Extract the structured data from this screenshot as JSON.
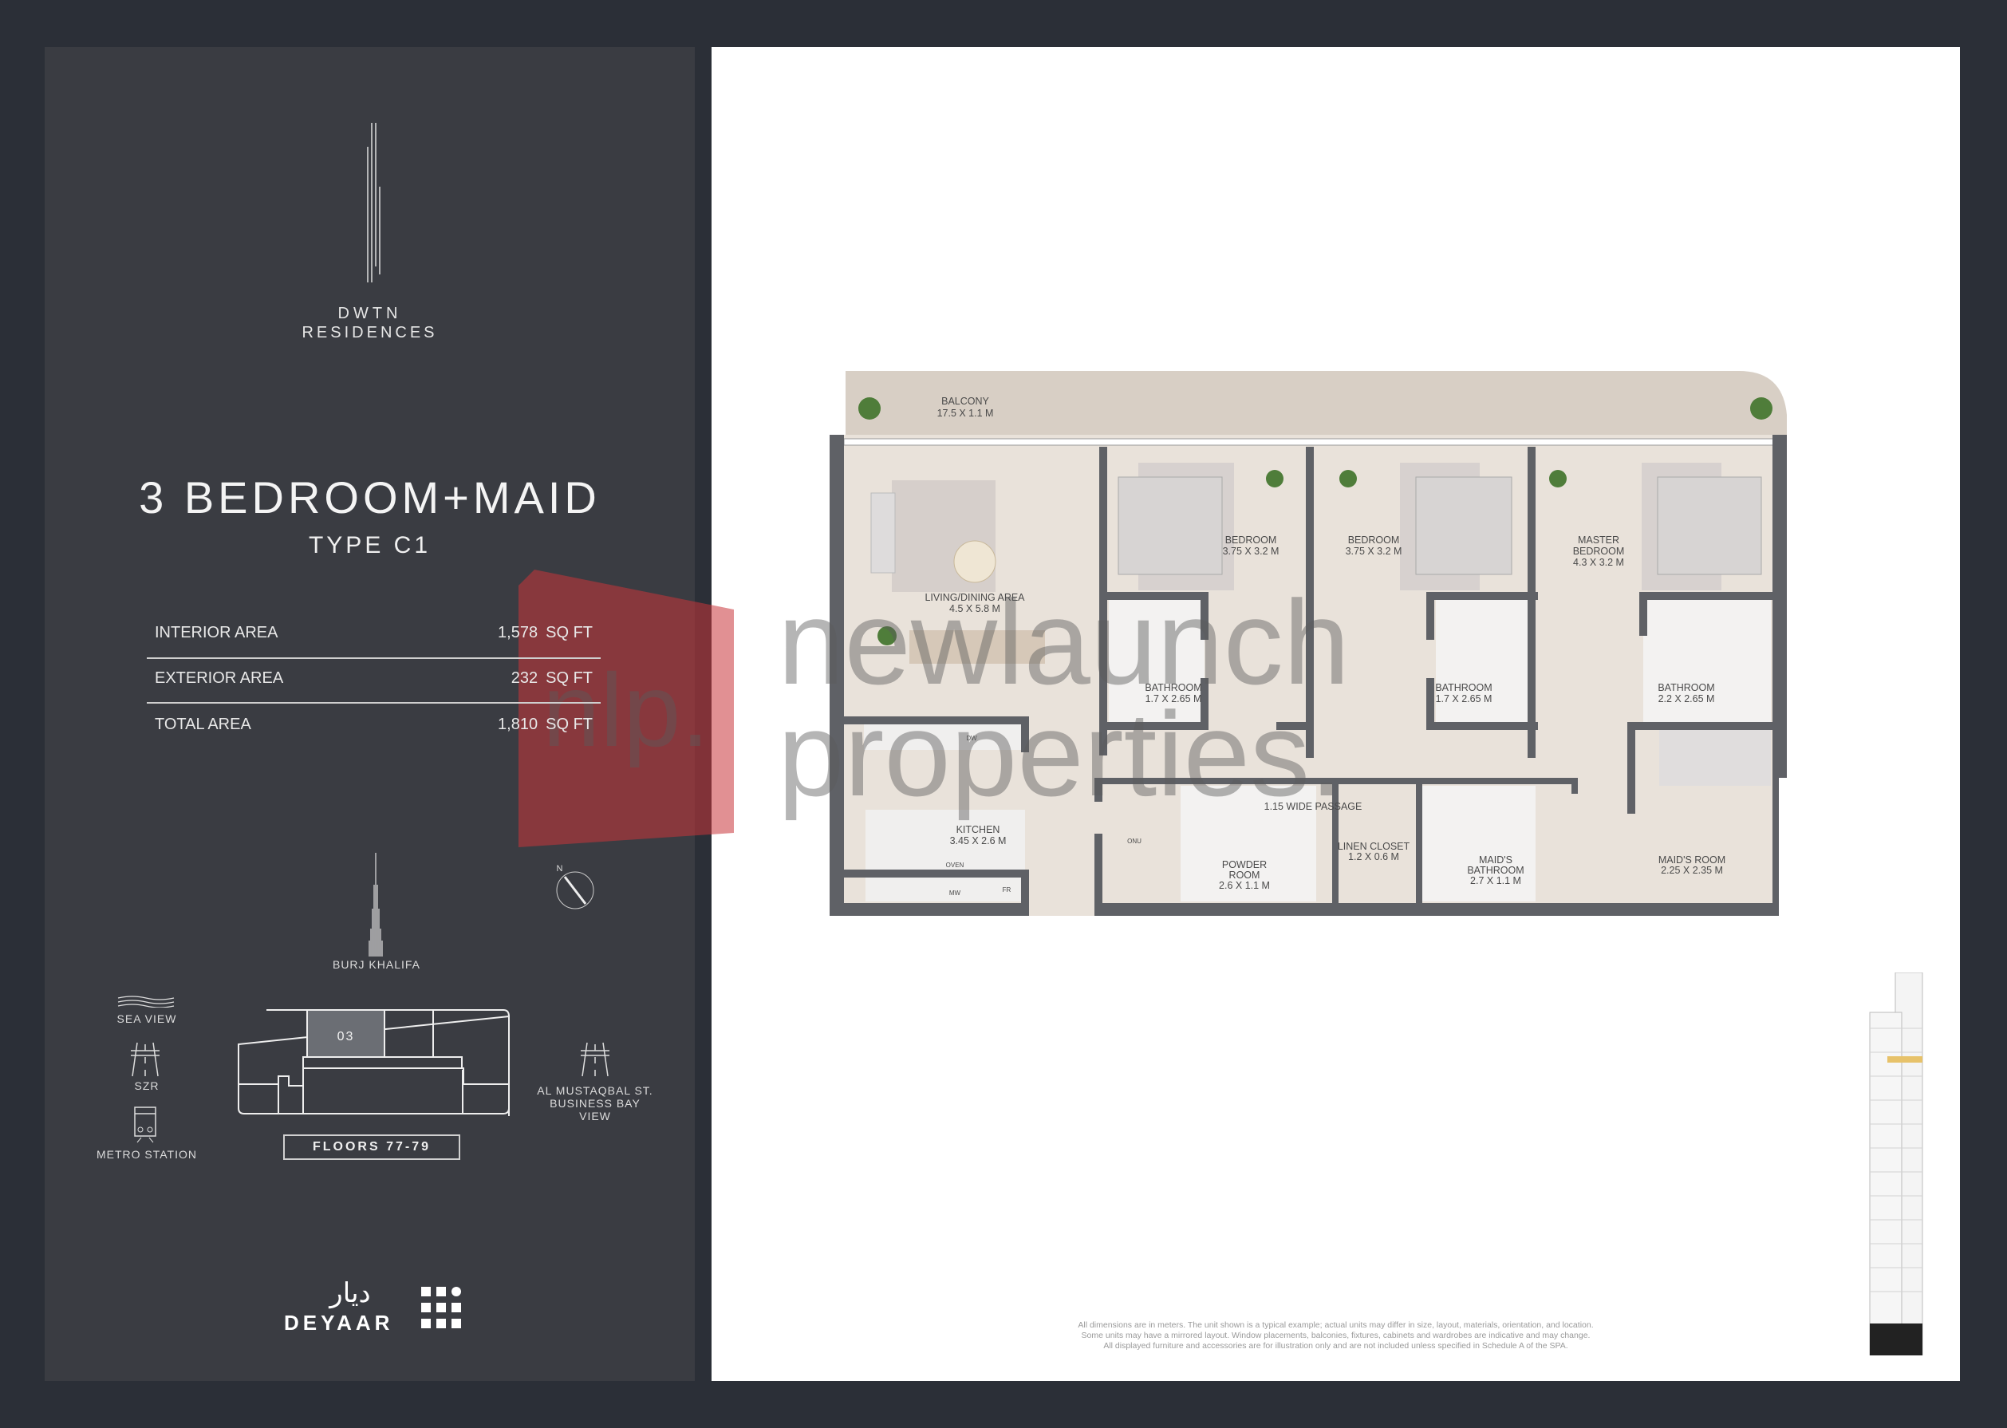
{
  "brand": {
    "line1": "DWTN",
    "line2": "RESIDENCES"
  },
  "unit": {
    "title": "3 BEDROOM+MAID",
    "type": "TYPE C1"
  },
  "areas": [
    {
      "label": "INTERIOR AREA",
      "value": "1,578",
      "unit": "SQ FT"
    },
    {
      "label": "EXTERIOR AREA",
      "value": "232",
      "unit": "SQ FT"
    },
    {
      "label": "TOTAL AREA",
      "value": "1,810",
      "unit": "SQ FT"
    }
  ],
  "location": {
    "landmark": "BURJ KHALIFA",
    "compass": "N",
    "views": [
      "SEA VIEW",
      "SZR",
      "METRO STATION"
    ],
    "right_view": [
      "AL MUSTAQBAL ST.",
      "BUSINESS BAY",
      "VIEW"
    ],
    "keyplan_unit": "03",
    "floors": "FLOORS 77-79"
  },
  "developer": {
    "arabic": "ديار",
    "latin": "DEYAAR"
  },
  "floorplan": {
    "rooms": [
      {
        "name": "BALCONY",
        "dims": "17.5 X 1.1 M"
      },
      {
        "name": "LIVING/DINING AREA",
        "dims": "4.5 X 5.8 M"
      },
      {
        "name": "BEDROOM",
        "dims": "3.75 X 3.2 M"
      },
      {
        "name": "BEDROOM",
        "dims": "3.75 X 3.2 M"
      },
      {
        "name": "MASTER BEDROOM",
        "name2": "BEDROOM",
        "name1": "MASTER",
        "dims": "4.3 X 3.2 M"
      },
      {
        "name": "BATHROOM",
        "dims": "1.7 X 2.65 M"
      },
      {
        "name": "BATHROOM",
        "dims": "1.7 X 2.65 M"
      },
      {
        "name": "BATHROOM",
        "dims": "2.2 X 2.65 M"
      },
      {
        "name": "KITCHEN",
        "dims": "3.45 X 2.6 M"
      },
      {
        "name": "POWDER ROOM",
        "name1": "POWDER",
        "name2": "ROOM",
        "dims": "2.6 X 1.1 M"
      },
      {
        "name": "LINEN CLOSET",
        "dims": "1.2 X 0.6 M"
      },
      {
        "name": "MAID'S BATHROOM",
        "name1": "MAID'S",
        "name2": "BATHROOM",
        "dims": "2.7 X 1.1 M"
      },
      {
        "name": "MAID'S ROOM",
        "dims": "2.25 X 2.35 M"
      }
    ],
    "passage": "1.15 WIDE PASSAGE",
    "appliances": [
      "DW",
      "OVEN",
      "MW",
      "FR",
      "ONU"
    ]
  },
  "disclaimer": [
    "All dimensions are in meters. The unit shown is a typical example; actual units may differ in size, layout, materials, orientation, and location.",
    "Some units may have a mirrored layout. Window placements, balconies, fixtures, cabinets and wardrobes are indicative and may change.",
    "All displayed furniture and accessories are for illustration only and are not included unless specified in Schedule A of the SPA."
  ],
  "watermark": {
    "short": "nlp.",
    "line1": "newlaunch",
    "line2": "properties."
  },
  "colors": {
    "background": "#2b2f37",
    "panel": "#3a3c42",
    "sheet": "#ffffff",
    "wall": "#5f6166",
    "floor": "#e9e2da",
    "balcony": "#d8cfc5",
    "watermark_red": "#c8353a"
  }
}
